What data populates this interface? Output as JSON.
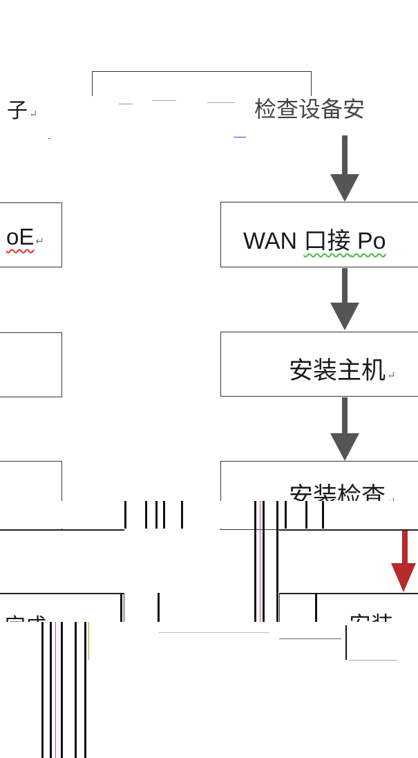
{
  "diagram": {
    "top_text_left": "子",
    "top_text_right": "检查设备安",
    "right_column": [
      {
        "id": "wan",
        "label_prefix": "WAN ",
        "label_squiggle": "口接",
        "label_suffix": " Po"
      },
      {
        "id": "install-host",
        "label": "安装主机"
      },
      {
        "id": "install-check",
        "label": "安装检查"
      },
      {
        "id": "install-bottom",
        "label": "安装"
      }
    ],
    "left_column": [
      {
        "id": "poe",
        "label": "oE"
      },
      {
        "id": "left-2",
        "label": ""
      },
      {
        "id": "left-3",
        "label": ""
      },
      {
        "id": "left-bottom",
        "label": "完成"
      }
    ],
    "para_mark": "↵",
    "colors": {
      "arrow": "#555555",
      "arrow_red": "#b52a2a",
      "box_border": "#333333"
    }
  }
}
